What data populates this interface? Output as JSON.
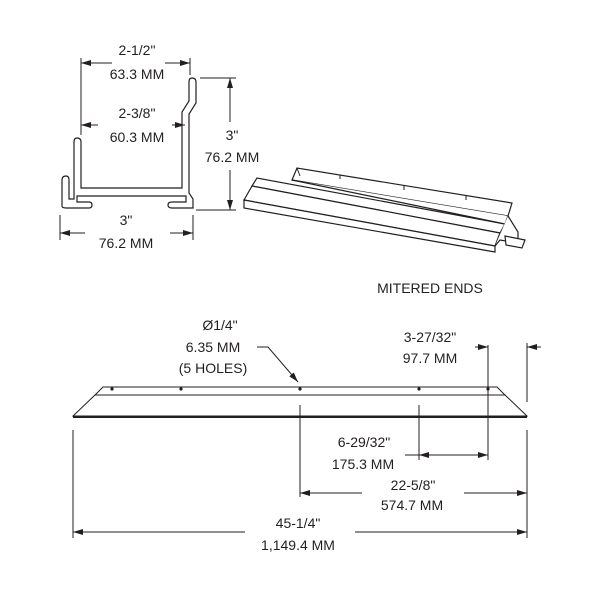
{
  "profile": {
    "top_width": {
      "inch": "2-1/2\"",
      "mm": "63.3 MM"
    },
    "inner_width": {
      "inch": "2-3/8\"",
      "mm": "60.3 MM"
    },
    "height": {
      "inch": "3\"",
      "mm": "76.2 MM"
    },
    "base_width": {
      "inch": "3\"",
      "mm": "76.2 MM"
    }
  },
  "isometric": {
    "label": "MITERED ENDS"
  },
  "elevation": {
    "holes": {
      "diameter": "Ø1/4\"",
      "mm": "6.35 MM",
      "count": "(5 HOLES)"
    },
    "end_hole": {
      "inch": "3-27/32\"",
      "mm": "97.7 MM"
    },
    "hole_spacing": {
      "inch": "6-29/32\"",
      "mm": "175.3 MM"
    },
    "half_length": {
      "inch": "22-5/8\"",
      "mm": "574.7 MM"
    },
    "overall_length": {
      "inch": "45-1/4\"",
      "mm": "1,149.4 MM"
    }
  },
  "colors": {
    "line": "#231f20",
    "background": "#ffffff"
  }
}
